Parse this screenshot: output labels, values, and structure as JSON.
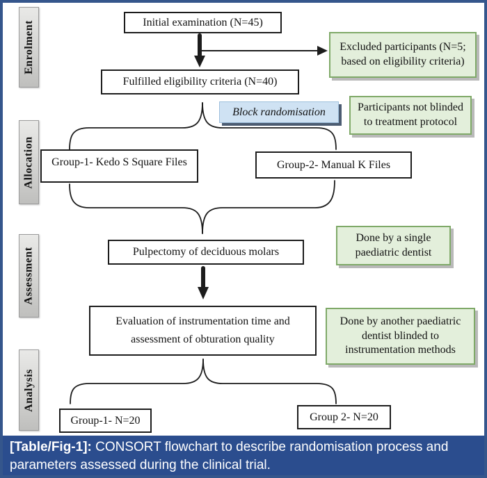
{
  "stages": [
    {
      "label": "Enrolment"
    },
    {
      "label": "Allocation"
    },
    {
      "label": "Assessment"
    },
    {
      "label": "Analysis"
    }
  ],
  "flow": {
    "initial": "Initial examination (N=45)",
    "fulfilled": "Fulfilled eligibility criteria (N=40)",
    "group1": "Group-1- Kedo S Square Files",
    "group2": "Group-2- Manual K Files",
    "pulpectomy": "Pulpectomy of deciduous molars",
    "evaluation_line1": "Evaluation of instrumentation time and",
    "evaluation_line2": "assessment of obturation quality",
    "group1_n": "Group-1- N=20",
    "group2_n": "Group 2- N=20"
  },
  "annotations": {
    "excluded": "Excluded participants (N=5; based on eligibility criteria)",
    "block_randomisation": "Block randomisation",
    "not_blinded": "Participants not blinded to treatment protocol",
    "single_dentist": "Done by a single paediatric dentist",
    "another_dentist": "Done by another paediatric dentist blinded to instrumentation methods"
  },
  "caption": {
    "label": "[Table/Fig-1]:",
    "text": " CONSORT flowchart to describe randomisation process and parameters assessed during the clinical trial."
  },
  "colors": {
    "frame_border": "#35568c",
    "caption_background": "#2b4d8e",
    "caption_text": "#ffffff",
    "note_green_fill": "#e3efdb",
    "note_green_border": "#7fa968",
    "blue_note_fill": "#cfe2f3",
    "stage_label_fill": "#d3d3d1",
    "connector_stroke": "#1c1c1c"
  }
}
